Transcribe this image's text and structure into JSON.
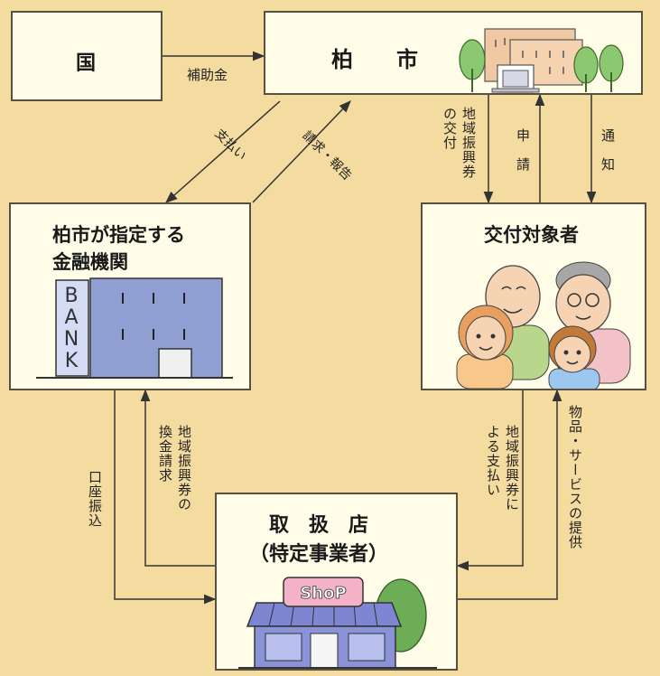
{
  "nodes": {
    "kuni": "国",
    "kashiwa_city": "柏　　市",
    "bank_title_1": "柏市が指定する",
    "bank_title_2": "金融機関",
    "recipients": "交付対象者",
    "shop_title_1": "取　扱　店",
    "shop_title_2": "（特定事業者）"
  },
  "edges": {
    "subsidy": "補助金",
    "payment": "支払い",
    "claim_report": "請求・報告",
    "voucher_issue_1": "地域振興券",
    "voucher_issue_2": "の交付",
    "application": "申　請",
    "notice": "通　知",
    "transfer": "口座振込",
    "exchange_claim_1": "地域振興券の",
    "exchange_claim_2": "換金請求",
    "voucher_payment_1": "地域振興券に",
    "voucher_payment_2": "よる支払い",
    "goods_services": "物品・サービスの提供"
  },
  "graphics": {
    "bank_sign": "BANK",
    "shop_sign": "ShoP"
  }
}
